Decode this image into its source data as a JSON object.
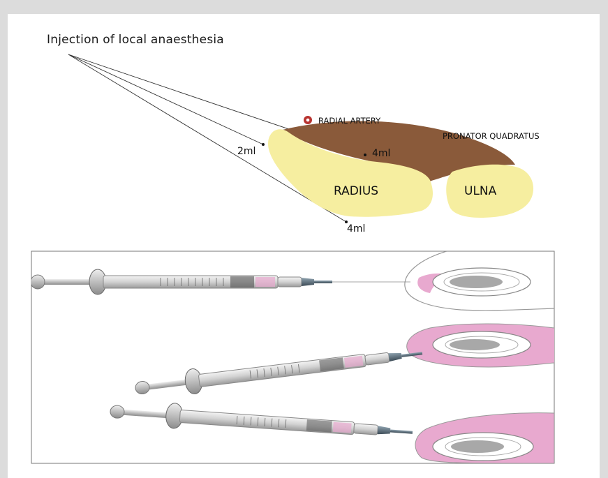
{
  "title": "Injection of local anaesthesia",
  "labels": {
    "radial_artery": "RADIAL ARTERY",
    "pronator_quadratus": "PRONATOR QUADRATUS",
    "radius": "RADIUS",
    "ulna": "ULNA",
    "dose_left": "2ml",
    "dose_top": "4ml",
    "dose_bottom": "4ml"
  },
  "colors": {
    "bone": "#f6eea0",
    "muscle": "#8a5a3a",
    "artery": "#b8332f",
    "tissue_pink": "#e8a9cf",
    "bone_cross_section": "#a8a8a8"
  }
}
